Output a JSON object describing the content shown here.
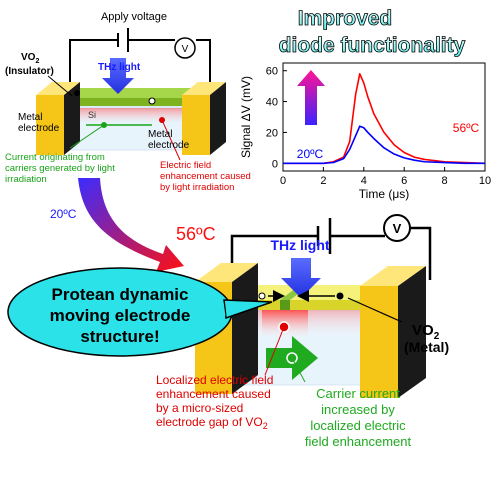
{
  "title": {
    "line1": "Improved",
    "line2": "diode functionality"
  },
  "top_device": {
    "apply_voltage": "Apply voltage",
    "voltmeter": "V",
    "thz": "THz light",
    "vo2_label": "VO",
    "vo2_sub": "2",
    "insulator": "(Insulator)",
    "si": "Si",
    "metal_electrode_left": [
      "Metal",
      "electrode"
    ],
    "metal_electrode_right": [
      "Metal",
      "electrode"
    ],
    "current_note": [
      "Current originating from",
      "carriers generated by light",
      "irradiation"
    ],
    "field_note": [
      "Electric field",
      "enhancement caused",
      "by light irradiation"
    ],
    "temp": "20ºC"
  },
  "transition_temp": "56ºC",
  "bottom_device": {
    "thz": "THz light",
    "voltmeter": "V",
    "bubble": [
      "Protean dynamic",
      "moving electrode",
      "structure!"
    ],
    "vo2_label": "VO",
    "vo2_sub": "2",
    "metal": "(Metal)",
    "red_note": [
      "Localized electric field",
      "enhancement caused",
      "by a micro-sized",
      "electrode gap of VO"
    ],
    "red_note_sub": "2",
    "green_note": [
      "Carrier current",
      "increased by",
      "localized electric",
      "field enhancement"
    ]
  },
  "chart_data": {
    "type": "line",
    "xlabel": "Time (μs)",
    "ylabel": "Signal ΔV (mV)",
    "xlim": [
      0,
      10
    ],
    "ylim": [
      -5,
      65
    ],
    "xticks": [
      0,
      2,
      4,
      6,
      8,
      10
    ],
    "yticks": [
      0,
      20,
      40,
      60
    ],
    "series": [
      {
        "name": "56ºC",
        "color": "#ff0000",
        "x": [
          0,
          1,
          2,
          2.5,
          3,
          3.3,
          3.6,
          3.8,
          4.0,
          4.2,
          4.5,
          5,
          5.5,
          6,
          6.5,
          7,
          8,
          9,
          10
        ],
        "y": [
          0,
          0,
          0,
          1,
          4,
          14,
          45,
          58,
          52,
          43,
          32,
          20,
          12,
          7,
          4,
          2.5,
          1,
          0.5,
          0
        ]
      },
      {
        "name": "20ºC",
        "color": "#0000ff",
        "x": [
          0,
          1,
          2,
          2.5,
          3,
          3.3,
          3.6,
          3.8,
          4.0,
          4.2,
          4.5,
          5,
          5.5,
          6,
          6.5,
          7,
          8,
          9,
          10
        ],
        "y": [
          0,
          0,
          0,
          0.5,
          3,
          9,
          18,
          24,
          23,
          20,
          16,
          10,
          6,
          3.5,
          2,
          1,
          0.5,
          0,
          0
        ]
      }
    ]
  }
}
